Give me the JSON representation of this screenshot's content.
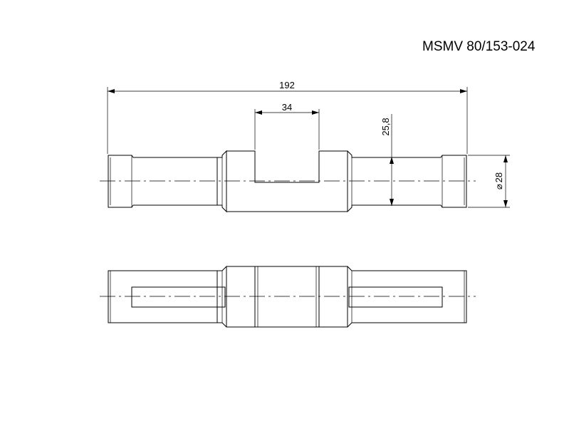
{
  "drawing": {
    "part_number": "MSMV 80/153-024",
    "dimensions": {
      "overall_length": "192",
      "slot_width": "34",
      "flat_height": "25,8",
      "diameter": "28",
      "diameter_symbol": "⌀"
    }
  }
}
